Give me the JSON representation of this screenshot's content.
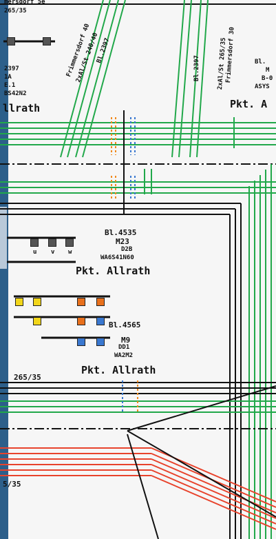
{
  "colors": {
    "background": "#f6f6f6",
    "black_line": "#111111",
    "green_line": "#21a84a",
    "red_line": "#e8432c",
    "orange_marker": "#f08a1e",
    "blue_marker": "#3a78d0",
    "yellow_box": "#f2d61a",
    "orange_box": "#e8701c",
    "blue_box": "#3a78d0",
    "gray_box": "#555555",
    "left_photo_edge": "#2d5f8a"
  },
  "labels": {
    "top_left_partial": "mersdorf 5e",
    "top_left_code": "265/35",
    "top_line_a_name": "Frimmersdorf 40",
    "top_line_a_spec": "2xAl/St 240/40",
    "top_line_a_bl": "Bl.2397",
    "top_line_b_bl": "Bl.2397",
    "top_line_c_spec": "2xAl/St 265/35",
    "top_line_c_name": "Frimmersdorf 30",
    "left_block_num": "2397",
    "left_block_a": "1A",
    "left_block_b": "E.1",
    "left_block_c": "BS42N2",
    "left_block_pkt": "llrath",
    "top_right_bl": "Bl.",
    "top_right_m": "M",
    "top_right_b": "B-0",
    "top_right_asys": "ASYS",
    "top_right_pkt": "Pkt. A",
    "mid_bl": "Bl.4535",
    "mid_m": "M23",
    "mid_d": "D2B",
    "mid_wa": "WA6S41N60",
    "mid_pkt": "Pkt. Allrath",
    "low_bl": "Bl.4565",
    "low_m": "M9",
    "low_d": "DD1",
    "low_wa": "WA2M2",
    "low_pkt": "Pkt. Allrath",
    "left_code_mid": "265/35",
    "left_code_bottom": "5/35",
    "phase_u": "u",
    "phase_v": "v",
    "phase_w": "w"
  }
}
